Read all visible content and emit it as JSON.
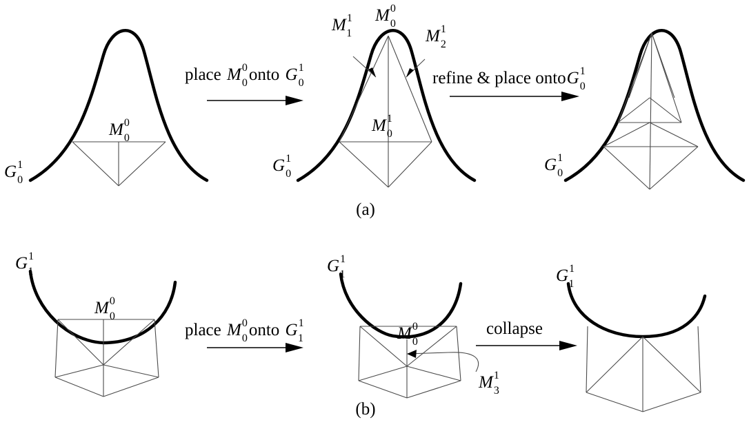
{
  "panel_a": {
    "step1": {
      "curve": {
        "base": "G",
        "sup": "1",
        "sub": "0"
      },
      "mesh": {
        "base": "M",
        "sup": "0",
        "sub": "0"
      }
    },
    "arrow1": {
      "pre": "place ",
      "base": "M",
      "sup": "0",
      "sub": "0",
      "mid": "onto ",
      "tbase": "G",
      "tsup": "1",
      "tsub": "0"
    },
    "step2": {
      "curve": {
        "base": "G",
        "sup": "1",
        "sub": "0"
      },
      "top": {
        "base": "M",
        "sup": "0",
        "sub": "0"
      },
      "left": {
        "base": "M",
        "sup": "1",
        "sub": "1"
      },
      "right": {
        "base": "M",
        "sup": "1",
        "sub": "2"
      },
      "center": {
        "base": "M",
        "sup": "1",
        "sub": "0"
      }
    },
    "arrow2": {
      "pre": "refine & place onto",
      "tbase": "G",
      "tsup": "1",
      "tsub": "0"
    },
    "step3": {
      "curve": {
        "base": "G",
        "sup": "1",
        "sub": "0"
      }
    },
    "caption": "(a)"
  },
  "panel_b": {
    "step1": {
      "curve": {
        "base": "G",
        "sup": "1",
        "sub": "1"
      },
      "mesh": {
        "base": "M",
        "sup": "0",
        "sub": "0"
      }
    },
    "arrow1": {
      "pre": "place ",
      "base": "M",
      "sup": "0",
      "sub": "0",
      "mid": "onto ",
      "tbase": "G",
      "tsup": "1",
      "tsub": "1"
    },
    "step2": {
      "curve": {
        "base": "G",
        "sup": "1",
        "sub": "1"
      },
      "mesh": {
        "base": "M",
        "sup": "0",
        "sub": "0"
      },
      "pointer": {
        "base": "M",
        "sup": "1",
        "sub": "3"
      }
    },
    "arrow2": {
      "label": "collapse"
    },
    "step3": {
      "curve": {
        "base": "G",
        "sup": "1",
        "sub": "1"
      }
    },
    "caption": "(b)"
  }
}
